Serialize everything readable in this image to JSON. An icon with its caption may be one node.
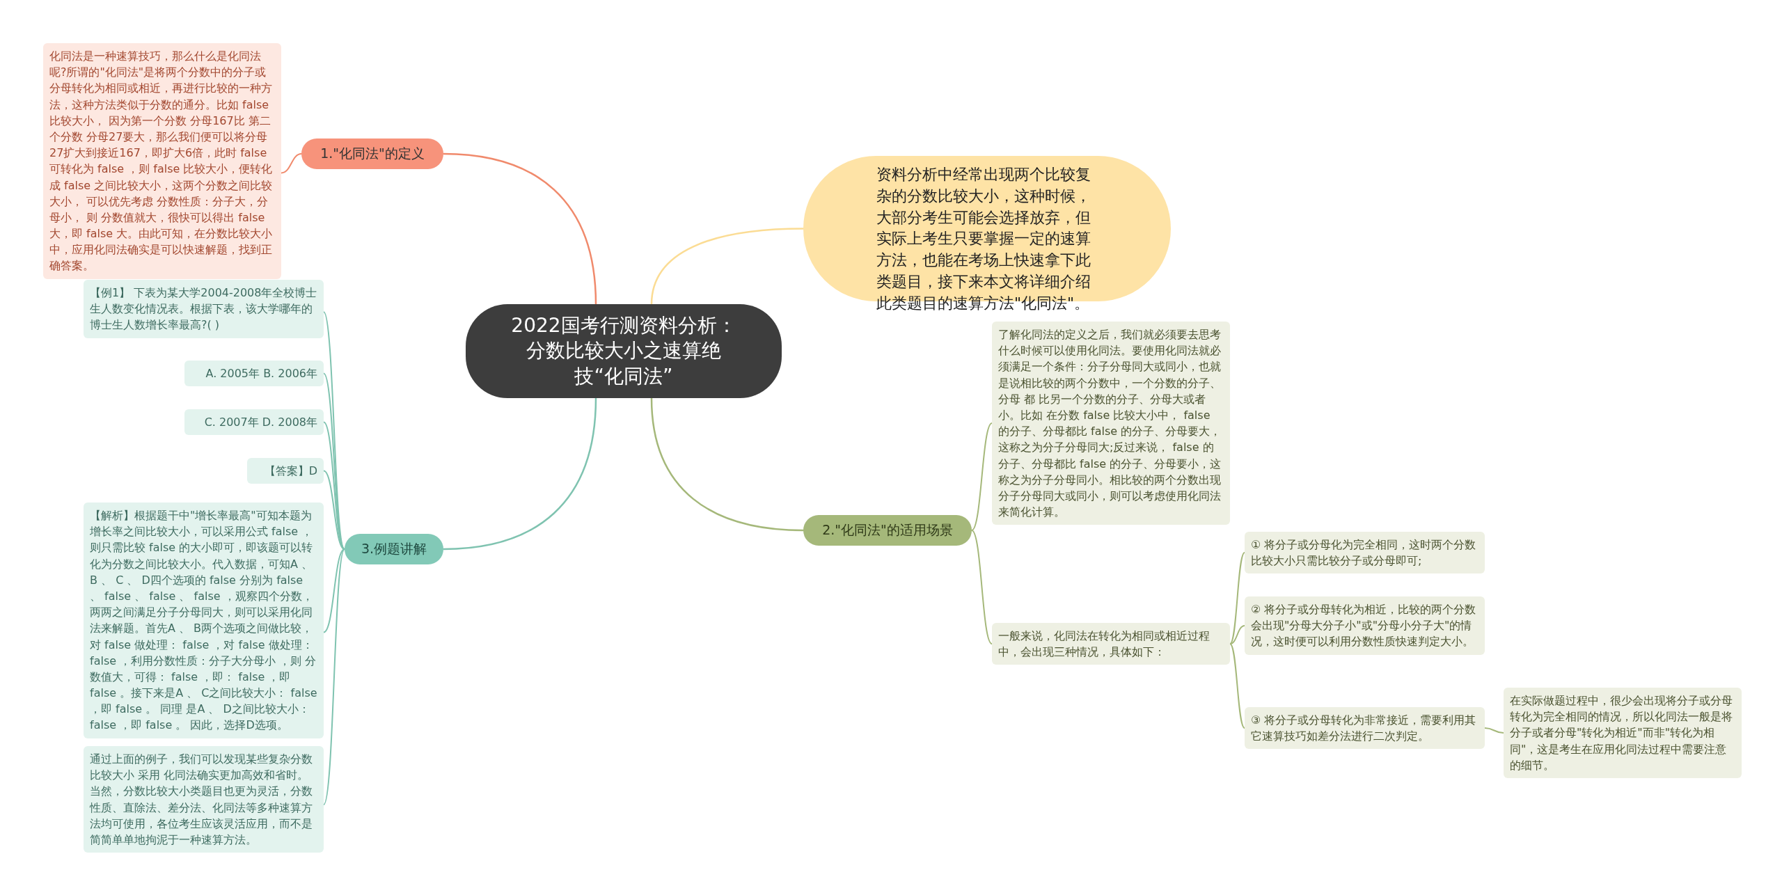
{
  "diagram": {
    "nodes": [
      {
        "text": [
          "2022国考行测资料分析：分数比较大小之速算绝技“化同法”"
        ]
      },
      {
        "text": [
          "1.\"化同法\"的定义"
        ]
      },
      {
        "text": [
          "化同法是一种速算技巧，那么什么是化同法呢?所谓的\"化同法\"是将两个分数中的分子或分母转化为相同或相近，再进行比较的一种方法，这种方法类似于分数的通分。比如 false 比较大小， 因为第一个分数 分母167比 第二个分数 分母27要大，那么我们便可以将分母27扩大到接近167，即扩大6倍，此时 false 可转化为 false ，则 false 比较大小，便转化成 false 之间比较大小，这两个分数之间比较大小， 可以优先考虑 分数性质：分子大，分母小， 则 分数值就大，很快可以得出 false 大，即 false 大。由此可知，在分数比较大小中，应用化同法确实是可以快速解题，找到正确答案。"
        ]
      },
      {
        "text": [
          "资料分析中经常出现两个比较复杂的分数比较大小，这种时候，大部分考生可能会选择放弃，但实际上考生只要掌握一定的速算方法，也能在考场上快速拿下此类题目，接下来本文将详细介绍此类题目的速算方法\"化同法\"。"
        ]
      },
      {
        "text": [
          "2.\"化同法\"的适用场景"
        ]
      },
      {
        "text": [
          "了解化同法的定义之后，我们就必须要去思考什么时候可以使用化同法。要使用化同法就必须满足一个条件：分子分母同大或同小，也就是说相比较的两个分数中，一个分数的分子、分母 都 比另一个分数的分子、分母大或者小。比如 在分数 false 比较大小中， false 的分子、分母都比 false 的分子、分母要大，这称之为分子分母同大;反过来说， false 的分子、分母都比 false 的分子、分母要小，这称之为分子分母同小。相比较的两个分数出现分子分母同大或同小，则可以考虑使用化同法来简化计算。"
        ]
      },
      {
        "text": [
          "一般来说，化同法在转化为相同或相近过程中，会出现三种情况，具体如下："
        ]
      },
      {
        "text": [
          "① 将分子或分母化为完全相同，这时两个分数比较大小只需比较分子或分母即可;"
        ]
      },
      {
        "text": [
          "② 将分子或分母转化为相近，比较的两个分数会出现\"分母大分子小\"或\"分母小分子大\"的情况，这时便可以利用分数性质快速判定大小。"
        ]
      },
      {
        "text": [
          "③ 将分子或分母转化为非常接近，需要利用其它速算技巧如差分法进行二次判定。"
        ]
      },
      {
        "text": [
          "在实际做题过程中，很少会出现将分子或分母转化为完全相同的情况，所以化同法一般是将分子或者分母\"转化为相近\"而非\"转化为相同\"，这是考生在应用化同法过程中需要注意的细节。"
        ]
      },
      {
        "text": [
          "3.例题讲解"
        ]
      },
      {
        "text": [
          "【例1】 下表为某大学2004-2008年全校博士生人数变化情况表。根据下表，该大学哪年的博士生人数增长率最高?( )"
        ]
      },
      {
        "text": [
          "A. 2005年 B. 2006年"
        ]
      },
      {
        "text": [
          "C. 2007年 D. 2008年"
        ]
      },
      {
        "text": [
          "【答案】D"
        ]
      },
      {
        "text": [
          "【解析】根据题干中\"增长率最高\"可知本题为增长率之间比较大小，可以采用公式 false ，则只需比较 false 的大小即可，即该题可以转化为分数之间比较大小。代入数据，可知A 、 B 、 C 、 D四个选项的 false 分别为 false 、 false 、 false 、 false ，观察四个分数，两两之间满足分子分母同大，则可以采用化同法来解题。首先A 、 B两个选项之间做比较，对 false 做处理： false ，对 false 做处理： false ，利用分数性质：分子大分母小 ，则 分数值大，可得： false ，即： false ，即 false 。接下来是A 、 C之间比较大小： false ，即 false 。 同理 是A 、 D之间比较大小： false ，即 false 。 因此，选择D选项。"
        ]
      },
      {
        "text": [
          "通过上面的例子，我们可以发现某些复杂分数比较大小 采用 化同法确实更加高效和省时。当然，分数比较大小类题目也更为灵活，分数性质、直除法、差分法、化同法等多种速算方法均可使用，各位考生应该灵活应用，而不是简简单单地拘泥于一种速算方法。"
        ]
      }
    ],
    "edges": [
      {
        "from": 0,
        "to": 1,
        "arrow": "none",
        "color": "#f08a6c"
      },
      {
        "from": 1,
        "to": 2,
        "arrow": "none",
        "color": "#f08a6c"
      },
      {
        "from": 0,
        "to": 3,
        "arrow": "none",
        "color": "#fbdc94"
      },
      {
        "from": 0,
        "to": 4,
        "arrow": "none",
        "color": "#a5b87a"
      },
      {
        "from": 4,
        "to": 5,
        "arrow": "none",
        "color": "#a5b87a"
      },
      {
        "from": 4,
        "to": 6,
        "arrow": "none",
        "color": "#a5b87a"
      },
      {
        "from": 6,
        "to": 7,
        "arrow": "none",
        "color": "#a5b87a"
      },
      {
        "from": 6,
        "to": 8,
        "arrow": "none",
        "color": "#a5b87a"
      },
      {
        "from": 6,
        "to": 9,
        "arrow": "none",
        "color": "#a5b87a"
      },
      {
        "from": 9,
        "to": 10,
        "arrow": "none",
        "color": "#a5b87a"
      },
      {
        "from": 0,
        "to": 11,
        "arrow": "none"
      },
      {
        "from": 11,
        "to": 12,
        "arrow": "none"
      },
      {
        "from": 11,
        "to": 13,
        "arrow": "none"
      },
      {
        "from": 11,
        "to": 14,
        "arrow": "none"
      },
      {
        "from": 11,
        "to": 15,
        "arrow": "none"
      },
      {
        "from": 11,
        "to": 16,
        "arrow": "none"
      },
      {
        "from": 11,
        "to": 17,
        "arrow": "none"
      }
    ]
  }
}
